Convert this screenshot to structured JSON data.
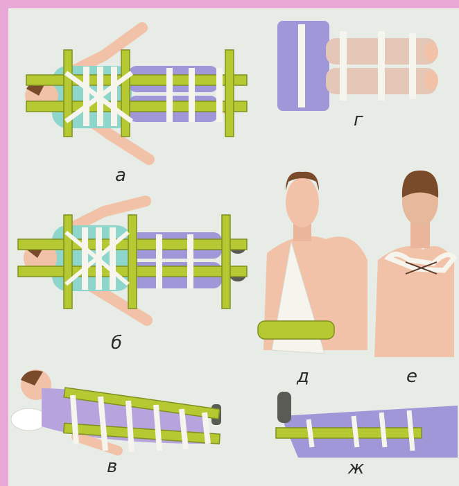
{
  "colors": {
    "frame": "#e8a8d6",
    "background": "#e7ece6",
    "splint": "#b6c932",
    "splint_dark": "#7f8f1f",
    "bandage": "#f5f5ee",
    "shirt": "#8ed6cc",
    "pants": "#9f97d8",
    "skin": "#f2c2a8",
    "hair": "#7a4b2b",
    "shoe": "#5b5b55"
  },
  "figures": [
    {
      "id": "a",
      "label": "а"
    },
    {
      "id": "b",
      "label": "б"
    },
    {
      "id": "v",
      "label": "в"
    },
    {
      "id": "g",
      "label": "г"
    },
    {
      "id": "d",
      "label": "д"
    },
    {
      "id": "e",
      "label": "е"
    },
    {
      "id": "zh",
      "label": "ж"
    }
  ]
}
